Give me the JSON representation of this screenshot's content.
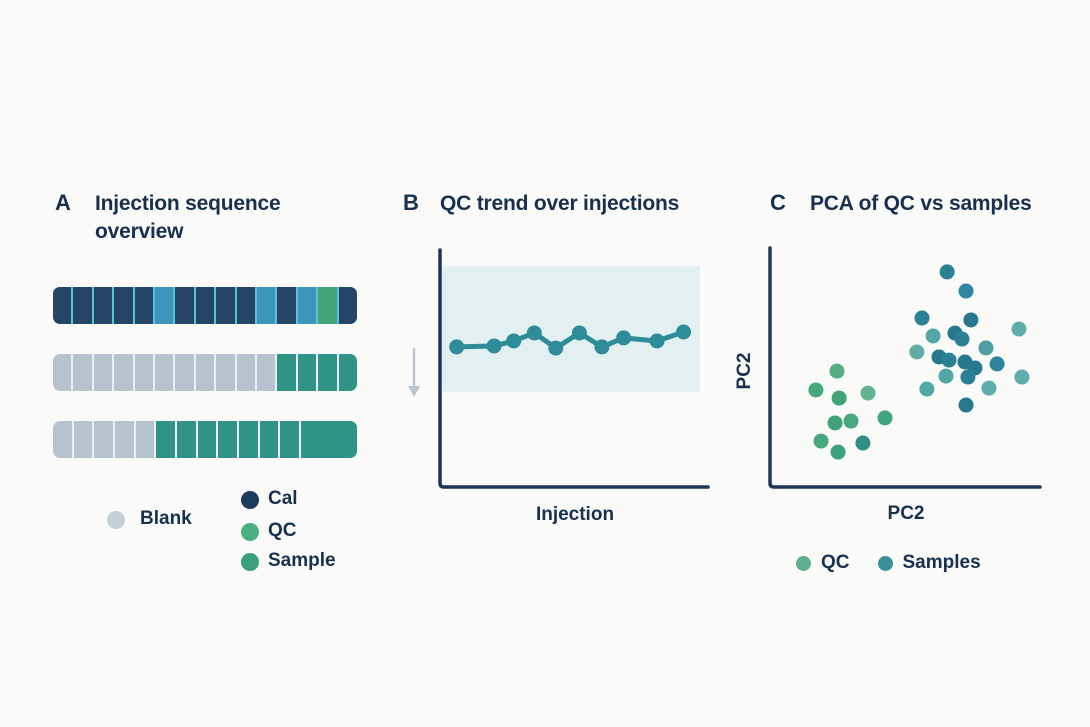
{
  "panels": {
    "a": {
      "label": "A",
      "title": "Injection sequence overview",
      "palette": {
        "cal": "#254466",
        "qc_blue": "#3e95ba",
        "sample_green": "#45a37b",
        "blank": "#b6c2cd",
        "sample": "#2f9386"
      },
      "bars": [
        {
          "sep": "#57c4da",
          "segments": [
            {
              "t": "cal"
            },
            {
              "t": "cal"
            },
            {
              "t": "cal"
            },
            {
              "t": "cal"
            },
            {
              "t": "cal"
            },
            {
              "t": "qc_blue"
            },
            {
              "t": "cal"
            },
            {
              "t": "cal"
            },
            {
              "t": "cal"
            },
            {
              "t": "cal"
            },
            {
              "t": "qc_blue"
            },
            {
              "t": "cal"
            },
            {
              "t": "qc_blue"
            },
            {
              "t": "sample_green"
            },
            {
              "t": "cal"
            }
          ]
        },
        {
          "sep": "#e9eff1",
          "segments": [
            {
              "t": "blank"
            },
            {
              "t": "blank"
            },
            {
              "t": "blank"
            },
            {
              "t": "blank"
            },
            {
              "t": "blank"
            },
            {
              "t": "blank"
            },
            {
              "t": "blank"
            },
            {
              "t": "blank"
            },
            {
              "t": "blank"
            },
            {
              "t": "blank"
            },
            {
              "t": "blank"
            },
            {
              "t": "sample"
            },
            {
              "t": "sample"
            },
            {
              "t": "sample"
            },
            {
              "t": "sample"
            }
          ]
        },
        {
          "sep": "#e9eff1",
          "segments": [
            {
              "t": "blank"
            },
            {
              "t": "blank"
            },
            {
              "t": "blank"
            },
            {
              "t": "blank"
            },
            {
              "t": "blank"
            },
            {
              "t": "sample"
            },
            {
              "t": "sample"
            },
            {
              "t": "sample"
            },
            {
              "t": "sample"
            },
            {
              "t": "sample"
            },
            {
              "t": "sample"
            },
            {
              "t": "sample"
            },
            {
              "t": "sample",
              "f": 3
            }
          ]
        }
      ],
      "legend": [
        {
          "label": "Blank",
          "color": "#c5cfd8"
        },
        {
          "label": "Cal",
          "color": "#1d3a5f"
        },
        {
          "label": "QC",
          "color": "#4cae82"
        },
        {
          "label": "Sample",
          "color": "#3aa07b"
        }
      ]
    },
    "b": {
      "label": "B",
      "title": "QC trend over injections",
      "xlabel": "Injection",
      "axis_color": "#1e3557",
      "line_color": "#2e8c99",
      "band_color": "#e3f0f2",
      "arrow_color": "#b9c4cd"
    },
    "c": {
      "label": "C",
      "title": "PCA of QC vs samples",
      "xlabel": "PC2",
      "ylabel": "PC2",
      "axis_color": "#1e3557",
      "legend": [
        {
          "label": "QC",
          "color": "#5fb08f"
        },
        {
          "label": "Samples",
          "color": "#3a8f9b"
        }
      ]
    }
  },
  "chart_data": [
    {
      "type": "table",
      "title": "Injection sequence overview",
      "description": "Three injection sequence strips; segment categories per slot",
      "rows": [
        [
          "Cal",
          "Cal",
          "Cal",
          "Cal",
          "Cal",
          "QC",
          "Cal",
          "Cal",
          "Cal",
          "Cal",
          "QC",
          "Cal",
          "QC",
          "Sample",
          "Cal"
        ],
        [
          "Blank",
          "Blank",
          "Blank",
          "Blank",
          "Blank",
          "Blank",
          "Blank",
          "Blank",
          "Blank",
          "Blank",
          "Blank",
          "Sample",
          "Sample",
          "Sample",
          "Sample"
        ],
        [
          "Blank",
          "Blank",
          "Blank",
          "Blank",
          "Blank",
          "Sample",
          "Sample",
          "Sample",
          "Sample",
          "Sample",
          "Sample",
          "Sample",
          "Sample(wide)"
        ]
      ],
      "legend_entries": [
        "Blank",
        "Cal",
        "QC",
        "Sample"
      ]
    },
    {
      "type": "line",
      "title": "QC trend over injections",
      "xlabel": "Injection",
      "ylabel": "",
      "x": [
        1,
        2,
        3,
        4,
        5,
        6,
        7,
        8,
        9,
        10
      ],
      "y_frac": [
        0.591,
        0.595,
        0.616,
        0.65,
        0.586,
        0.65,
        0.591,
        0.629,
        0.616,
        0.654
      ],
      "x_frac": [
        0.063,
        0.204,
        0.278,
        0.356,
        0.437,
        0.526,
        0.611,
        0.693,
        0.819,
        0.919
      ],
      "band_y_frac": [
        0.401,
        0.932
      ],
      "band_x_frac": [
        0.007,
        0.981
      ],
      "grid": false,
      "legend_position": "none"
    },
    {
      "type": "scatter",
      "title": "PCA of QC vs samples",
      "xlabel": "PC2",
      "ylabel": "PC2",
      "grid": false,
      "legend_position": "bottom",
      "series": [
        {
          "name": "QC",
          "color": "#5fb08f",
          "points": [
            {
              "x": 0.248,
              "y": 0.485,
              "c": "#55ad82"
            },
            {
              "x": 0.17,
              "y": 0.406,
              "c": "#47a87e"
            },
            {
              "x": 0.256,
              "y": 0.372,
              "c": "#3fa377"
            },
            {
              "x": 0.363,
              "y": 0.393,
              "c": "#63b38e"
            },
            {
              "x": 0.241,
              "y": 0.268,
              "c": "#3fa377"
            },
            {
              "x": 0.3,
              "y": 0.276,
              "c": "#47a87e"
            },
            {
              "x": 0.426,
              "y": 0.289,
              "c": "#42a57e"
            },
            {
              "x": 0.189,
              "y": 0.192,
              "c": "#47a87e"
            },
            {
              "x": 0.344,
              "y": 0.184,
              "c": "#2f8f85"
            },
            {
              "x": 0.252,
              "y": 0.146,
              "c": "#3aa07f"
            }
          ]
        },
        {
          "name": "Samples",
          "color": "#3a8f9b",
          "points": [
            {
              "x": 0.656,
              "y": 0.9,
              "c": "#2b8096"
            },
            {
              "x": 0.726,
              "y": 0.82,
              "c": "#2e86a2"
            },
            {
              "x": 0.563,
              "y": 0.707,
              "c": "#2b8096"
            },
            {
              "x": 0.744,
              "y": 0.699,
              "c": "#27788f"
            },
            {
              "x": 0.922,
              "y": 0.661,
              "c": "#5fadaa"
            },
            {
              "x": 0.604,
              "y": 0.632,
              "c": "#54a7a7"
            },
            {
              "x": 0.685,
              "y": 0.644,
              "c": "#27788f"
            },
            {
              "x": 0.711,
              "y": 0.619,
              "c": "#2b8096"
            },
            {
              "x": 0.544,
              "y": 0.565,
              "c": "#5fada6"
            },
            {
              "x": 0.8,
              "y": 0.582,
              "c": "#4d9fa0"
            },
            {
              "x": 0.626,
              "y": 0.544,
              "c": "#27788f"
            },
            {
              "x": 0.663,
              "y": 0.531,
              "c": "#2b8096"
            },
            {
              "x": 0.722,
              "y": 0.523,
              "c": "#27788f"
            },
            {
              "x": 0.841,
              "y": 0.515,
              "c": "#2e8499"
            },
            {
              "x": 0.759,
              "y": 0.498,
              "c": "#27788f"
            },
            {
              "x": 0.733,
              "y": 0.46,
              "c": "#2b8096"
            },
            {
              "x": 0.652,
              "y": 0.464,
              "c": "#54a7a7"
            },
            {
              "x": 0.933,
              "y": 0.46,
              "c": "#5fadaa"
            },
            {
              "x": 0.581,
              "y": 0.41,
              "c": "#54a7a7"
            },
            {
              "x": 0.811,
              "y": 0.414,
              "c": "#5fadaa"
            },
            {
              "x": 0.726,
              "y": 0.343,
              "c": "#27788f"
            }
          ]
        }
      ]
    }
  ]
}
